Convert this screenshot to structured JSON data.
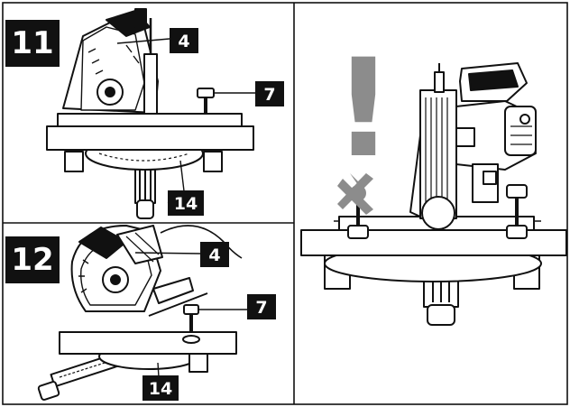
{
  "panels": [
    {
      "figure": "11",
      "callouts": [
        "4",
        "7",
        "14"
      ]
    },
    {
      "figure": "12",
      "callouts": [
        "4",
        "7",
        "14"
      ]
    },
    {
      "warning": "!"
    }
  ],
  "colors": {
    "line": "#111111",
    "badge": "#111111",
    "warning_mark": "#8c8c8c",
    "cross_mark": "#8c8c8c"
  },
  "icons": [
    "warning-exclamation-icon",
    "prohibited-cross-icon"
  ]
}
